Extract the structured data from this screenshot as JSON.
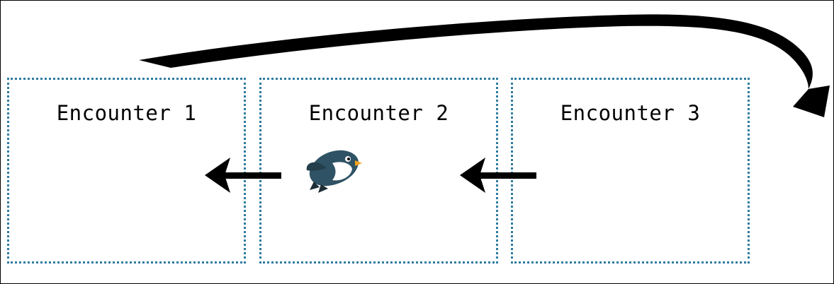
{
  "encounters": [
    {
      "label": "Encounter 1"
    },
    {
      "label": "Encounter 2"
    },
    {
      "label": "Encounter 3"
    }
  ],
  "colors": {
    "box_border": "#2e7ba0",
    "arrow": "#000000",
    "bird_body": "#2f5364",
    "bird_beak": "#f2a21b"
  },
  "icons": {
    "character": "penguin-bird-icon"
  }
}
